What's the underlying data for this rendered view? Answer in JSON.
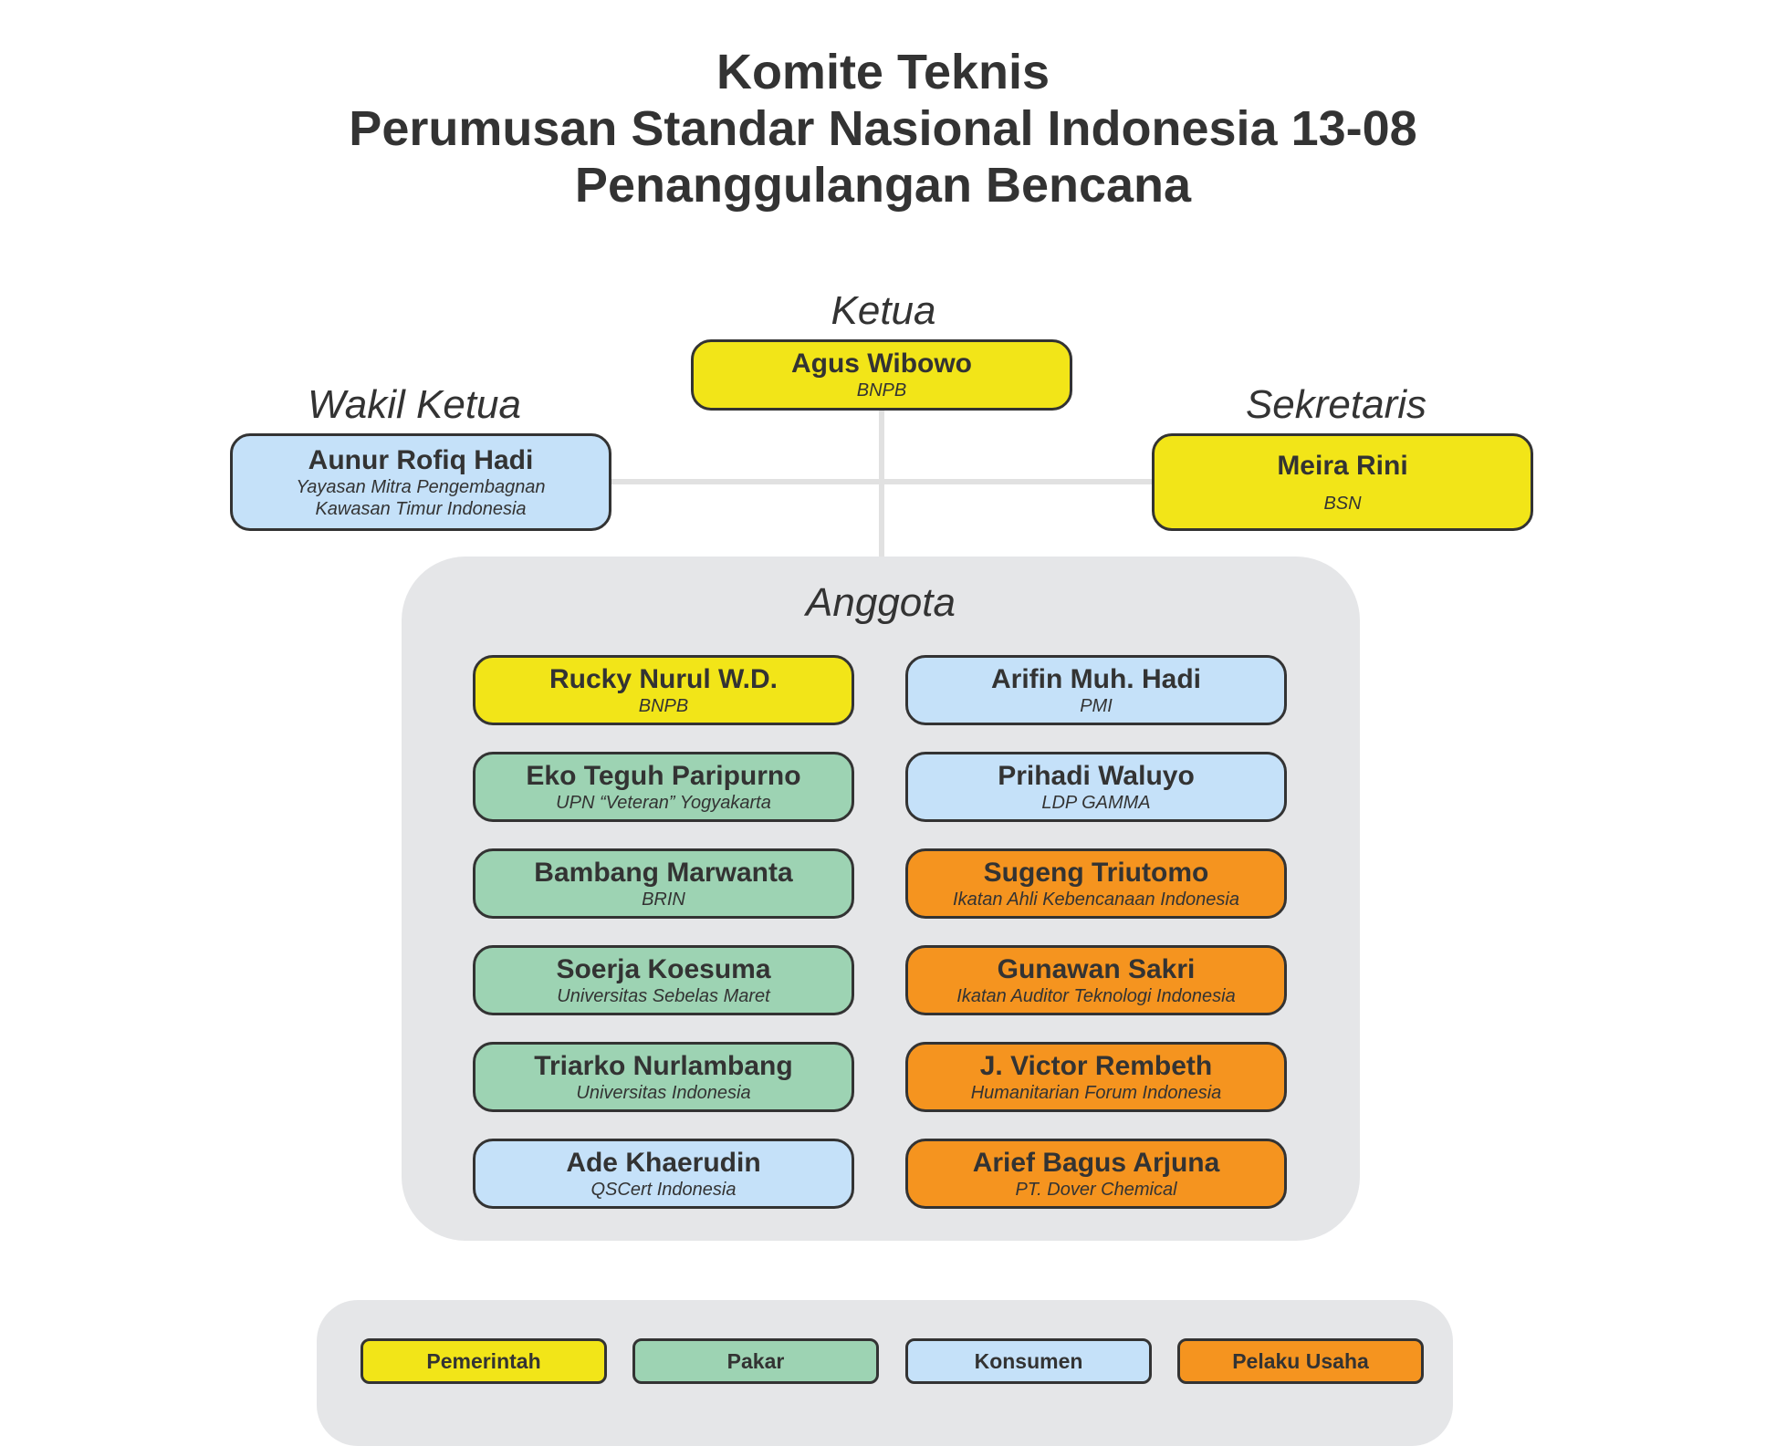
{
  "title_lines": [
    "Komite Teknis",
    "Perumusan Standar Nasional Indonesia 13-08",
    "Penanggulangan Bencana"
  ],
  "colors": {
    "Pemerintah": "#f2e518",
    "Pakar": "#9dd3b3",
    "Konsumen": "#c5e1f9",
    "Pelaku Usaha": "#f5941f",
    "panel": "#e5e6e8",
    "connector": "#e1e1e1"
  },
  "leadership": {
    "chair": {
      "role": "Ketua",
      "name": "Agus Wibowo",
      "org": "BNPB",
      "category": "Pemerintah"
    },
    "vice_chair": {
      "role": "Wakil Ketua",
      "name": "Aunur Rofiq Hadi",
      "org_lines": [
        "Yayasan Mitra Pengembagnan",
        "Kawasan Timur Indonesia"
      ],
      "category": "Konsumen"
    },
    "secretary": {
      "role": "Sekretaris",
      "name": "Meira Rini",
      "org": "BSN",
      "category": "Pemerintah"
    }
  },
  "members": {
    "label": "Anggota",
    "left": [
      {
        "name": "Rucky Nurul W.D.",
        "org": "BNPB",
        "category": "Pemerintah"
      },
      {
        "name": "Eko Teguh Paripurno",
        "org": "UPN “Veteran” Yogyakarta",
        "category": "Pakar"
      },
      {
        "name": "Bambang Marwanta",
        "org": "BRIN",
        "category": "Pakar"
      },
      {
        "name": "Soerja Koesuma",
        "org": "Universitas Sebelas Maret",
        "category": "Pakar"
      },
      {
        "name": "Triarko Nurlambang",
        "org": "Universitas Indonesia",
        "category": "Pakar"
      },
      {
        "name": "Ade Khaerudin",
        "org": "QSCert Indonesia",
        "category": "Konsumen"
      }
    ],
    "right": [
      {
        "name": "Arifin Muh. Hadi",
        "org": "PMI",
        "category": "Konsumen"
      },
      {
        "name": "Prihadi Waluyo",
        "org": "LDP GAMMA",
        "category": "Konsumen"
      },
      {
        "name": "Sugeng Triutomo",
        "org": "Ikatan Ahli Kebencanaan Indonesia",
        "category": "Pelaku Usaha"
      },
      {
        "name": "Gunawan Sakri",
        "org": "Ikatan Auditor Teknologi Indonesia",
        "category": "Pelaku Usaha"
      },
      {
        "name": "J. Victor Rembeth",
        "org": "Humanitarian Forum Indonesia",
        "category": "Pelaku Usaha"
      },
      {
        "name": "Arief Bagus Arjuna",
        "org": "PT. Dover Chemical",
        "category": "Pelaku Usaha"
      }
    ]
  },
  "legend": [
    "Pemerintah",
    "Pakar",
    "Konsumen",
    "Pelaku Usaha"
  ]
}
